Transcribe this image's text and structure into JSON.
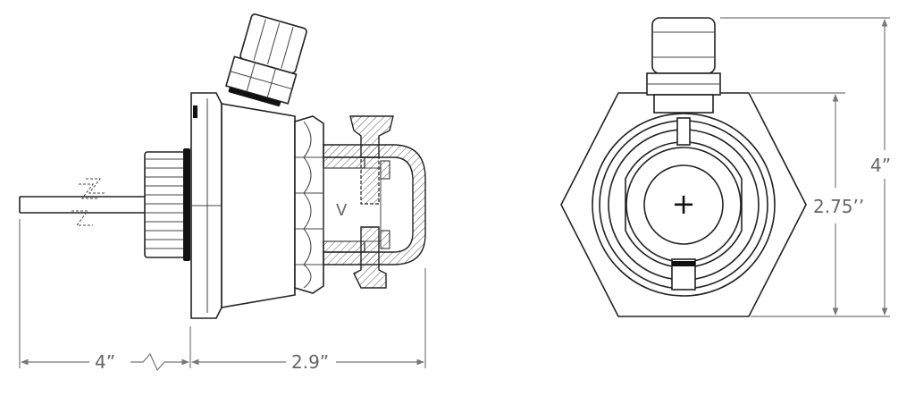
{
  "labels": {
    "cable_length": "4”",
    "body_length": "2.9”",
    "height_total": "4”",
    "hex_width": "2.75’’",
    "vent_marker": "V",
    "center_marker": "+"
  },
  "colors": {
    "line": "#222222",
    "dimension": "#777777",
    "text": "#666666",
    "background": "#ffffff"
  }
}
